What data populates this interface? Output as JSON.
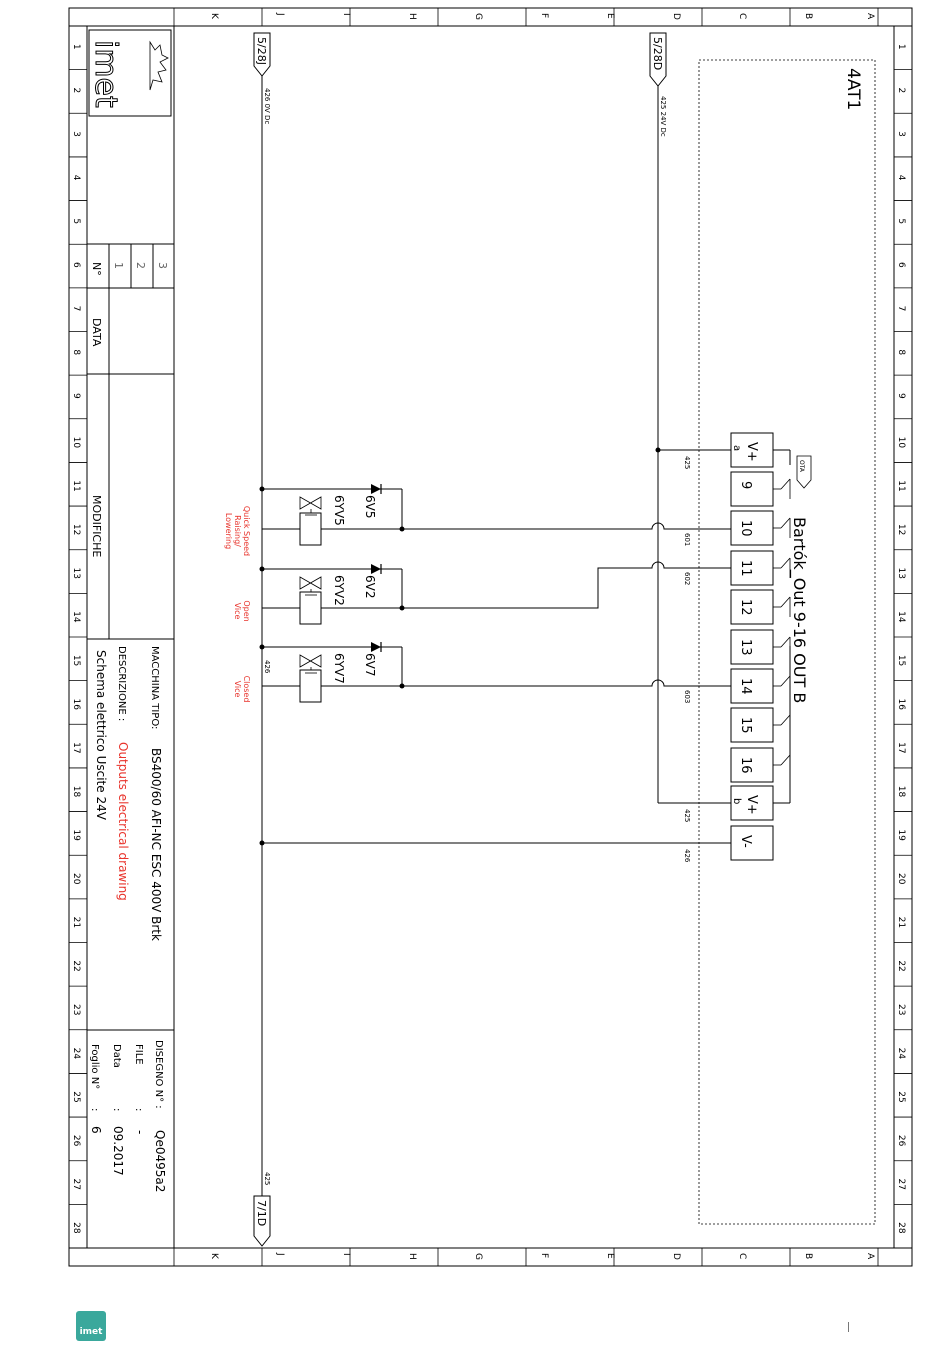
{
  "frame": {
    "col_letters": [
      "K",
      "J",
      "I",
      "H",
      "G",
      "F",
      "E",
      "D",
      "C",
      "B",
      "A"
    ],
    "row_numbers": [
      "1",
      "2",
      "3",
      "4",
      "5",
      "6",
      "7",
      "8",
      "9",
      "10",
      "11",
      "12",
      "13",
      "14",
      "15",
      "16",
      "17",
      "18",
      "19",
      "20",
      "21",
      "22",
      "23",
      "24",
      "25",
      "26",
      "27",
      "28"
    ]
  },
  "title_block": {
    "logo_text": "imet",
    "rev_headers": {
      "n": "N°",
      "data": "DATA",
      "modifiche": "MODIFICHE"
    },
    "rev_numbers": [
      "1",
      "2",
      "3"
    ],
    "machine_label": "MACCHINA TIPO:",
    "machine_value": "BS400/60 AFI-NC ESC 400V Brtk",
    "desc_label": "DESCRIZIONE :",
    "desc_en": "Outputs electrical drawing",
    "desc_it": "Schema elettrico Uscite 24V",
    "drawing_label": "DISEGNO N° :",
    "drawing_value": "Qe0495a2",
    "file_label": "FILE",
    "file_sep": ":",
    "file_value": "-",
    "date_label": "Data",
    "date_sep": ":",
    "date_value": "09.2017",
    "sheet_label": "Foglio N°",
    "sheet_sep": ":",
    "sheet_value": "6"
  },
  "schematic": {
    "ref_top_j": "5/28J",
    "ref_top_d": "5/28D",
    "ref_bottom_j": "7/1D",
    "wire_label_426": "426 0V Dc",
    "wire_label_425": "425 24V Dc",
    "wire_425_bottom": "425",
    "module_name": "4AT1",
    "module_title": "Bartók_Out 9-16 OUT B",
    "ota_tag": "OTA",
    "terminals": [
      {
        "id": "t-va",
        "label": "V+",
        "sub": "a"
      },
      {
        "id": "t-9",
        "label": "9"
      },
      {
        "id": "t-10",
        "label": "10"
      },
      {
        "id": "t-11",
        "label": "11"
      },
      {
        "id": "t-12",
        "label": "12"
      },
      {
        "id": "t-13",
        "label": "13"
      },
      {
        "id": "t-14",
        "label": "14"
      },
      {
        "id": "t-15",
        "label": "15"
      },
      {
        "id": "t-16",
        "label": "16"
      },
      {
        "id": "t-vb",
        "label": "V+",
        "sub": "b"
      },
      {
        "id": "t-vm",
        "label": "V-"
      }
    ],
    "wire_numbers": {
      "w425_top": "425",
      "w601": "601",
      "w602": "602",
      "w603": "603",
      "w425_low": "425",
      "w426": "426",
      "w426_small": "426"
    },
    "loads": [
      {
        "diode": "6V5",
        "valve": "6YV5",
        "desc": [
          "Quick Speed",
          "Raising/",
          "Lowering"
        ]
      },
      {
        "diode": "6V2",
        "valve": "6YV2",
        "desc": [
          "Open",
          "Vice"
        ]
      },
      {
        "diode": "6V7",
        "valve": "6YV7",
        "desc": [
          "Closed",
          "Vice"
        ]
      }
    ]
  },
  "colors": {
    "line": "#000000",
    "red": "#e8332b",
    "brand": "#3aa89c"
  }
}
